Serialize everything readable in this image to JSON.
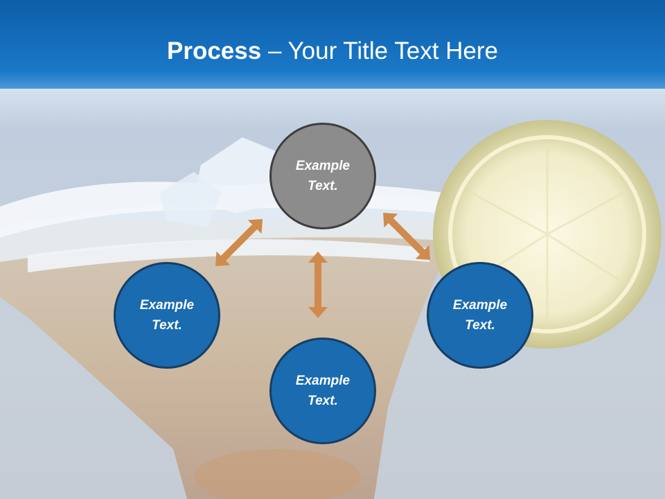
{
  "slide": {
    "title_bold": "Process",
    "title_rest": " – Your Title Text Here"
  },
  "diagram": {
    "nodes": [
      {
        "id": "top",
        "label": "Example\nText.",
        "color": "#8c8c8c"
      },
      {
        "id": "left",
        "label": "Example\nText.",
        "color": "#1a6bb0"
      },
      {
        "id": "right",
        "label": "Example\nText.",
        "color": "#1a6bb0"
      },
      {
        "id": "bottom",
        "label": "Example\nText.",
        "color": "#1a6bb0"
      }
    ],
    "connector_color": "#d08a4c",
    "connectors": [
      {
        "from": "top",
        "to": "left",
        "style": "double-arrow"
      },
      {
        "from": "top",
        "to": "right",
        "style": "double-arrow"
      },
      {
        "from": "top",
        "to": "bottom",
        "style": "double-arrow"
      }
    ]
  },
  "colors": {
    "header": "#1a78c8",
    "title_text": "#ffffff",
    "node_blue": "#1a6bb0",
    "node_gray": "#8c8c8c",
    "arrow": "#d08a4c"
  }
}
